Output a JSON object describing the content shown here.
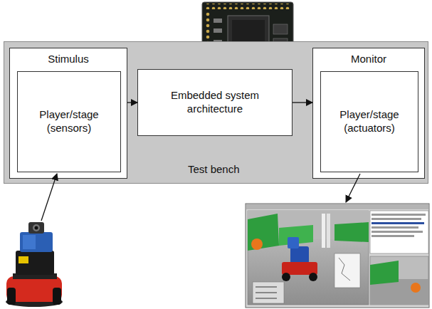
{
  "diagram": {
    "nodes": [
      {
        "text": [
          "Test bench"
        ]
      },
      {
        "text": [
          "Stimulus"
        ],
        "in": 0
      },
      {
        "text": [
          "Player/stage (sensors)"
        ],
        "in": 1
      },
      {
        "text": [
          "Embedded system architecture"
        ],
        "in": 0
      },
      {
        "text": [
          "Monitor"
        ],
        "in": 0
      },
      {
        "text": [
          "Player/stage (actuators)"
        ],
        "in": 4
      }
    ],
    "edges": [
      {
        "from": 1,
        "to": 3,
        "arrow": "to"
      },
      {
        "from": 3,
        "to": 4,
        "arrow": "to"
      }
    ]
  }
}
